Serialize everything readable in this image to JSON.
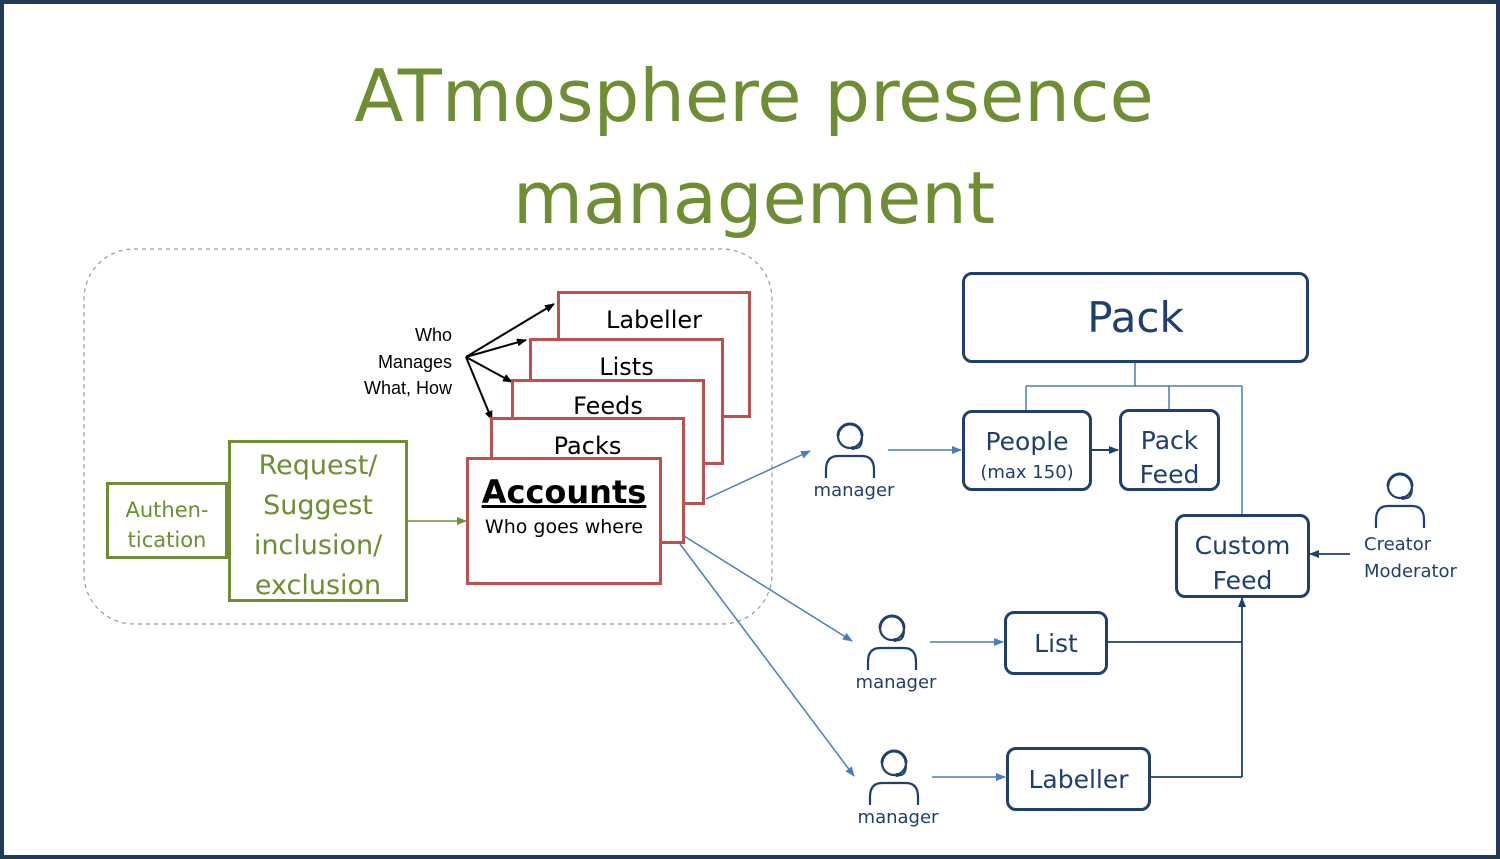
{
  "title": {
    "line1": "ATmosphere presence",
    "line2": "management"
  },
  "annotation": {
    "line1": "Who",
    "line2": "Manages",
    "line3": "What, How"
  },
  "stack": {
    "labeller": "Labeller",
    "lists": "Lists",
    "feeds": "Feeds",
    "packs": "Packs",
    "accounts_title": "Accounts",
    "accounts_sub": "Who goes where"
  },
  "auth": {
    "line1": "Authen-",
    "line2": "tication"
  },
  "request": {
    "line1": "Request/",
    "line2": "Suggest",
    "line3": "inclusion/",
    "line4": "exclusion"
  },
  "pack": "Pack",
  "people": {
    "line1": "People",
    "line2": "(max 150)"
  },
  "pack_feed": {
    "line1": "Pack",
    "line2": "Feed"
  },
  "custom_feed": {
    "line1": "Custom",
    "line2": "Feed"
  },
  "list": "List",
  "labeller_box": "Labeller",
  "manager_label": "manager",
  "creator": {
    "line1": "Creator",
    "line2": "Moderator"
  },
  "colors": {
    "green": "#6e8e34",
    "red": "#c0504d",
    "blue": "#1f3f70",
    "arrow_blue": "#4a7cc0",
    "frame": "#1f3a5a"
  },
  "icons": [
    "person-headset-icon"
  ]
}
